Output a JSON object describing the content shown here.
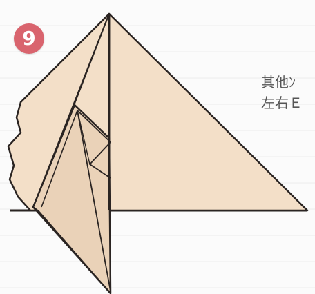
{
  "step": {
    "number": "9"
  },
  "caption": {
    "lines": [
      "其他ﾝ",
      "左右Ｅ"
    ]
  },
  "colors": {
    "paper": "#f3dfc8",
    "paper_shade": "#ead2b8",
    "fold_line": "#2a2422",
    "badge": "#d9646e"
  }
}
